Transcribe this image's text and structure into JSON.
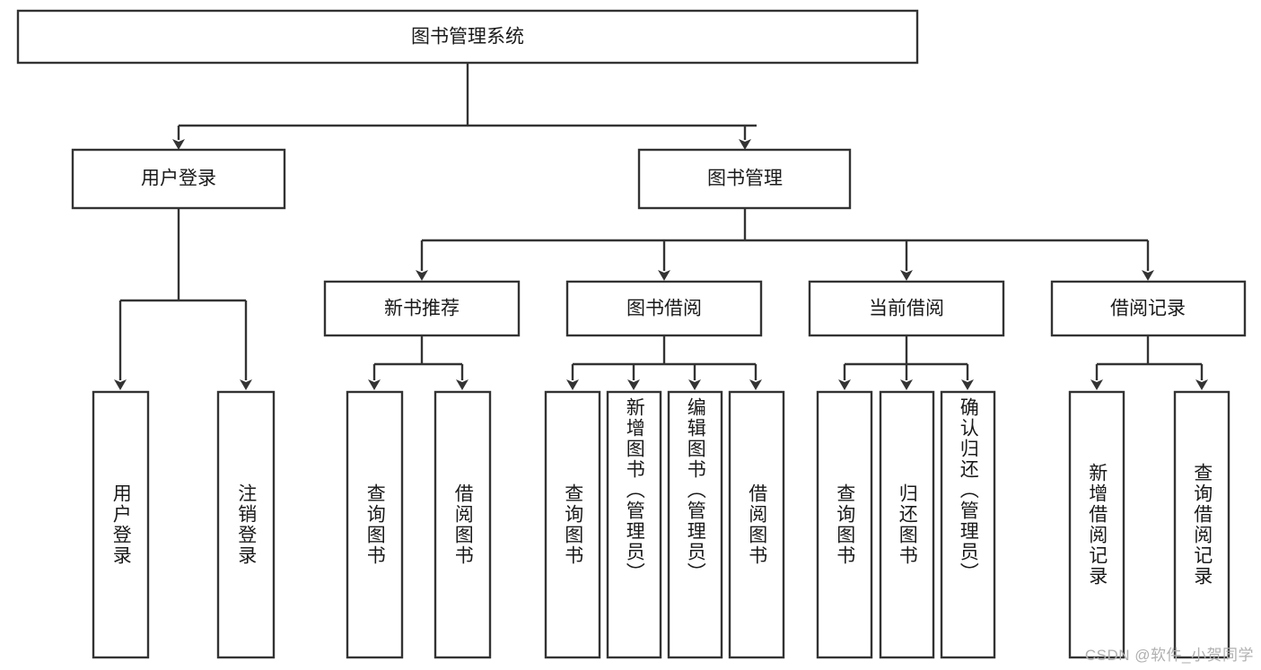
{
  "diagram": {
    "type": "tree-hierarchy",
    "title": "图书管理系统",
    "watermark": "CSDN @软件_小贺同学",
    "colors": {
      "box_stroke": "#333333",
      "box_fill": "#ffffff",
      "text": "#1a1a1a",
      "background": "#ffffff",
      "watermark": "#b0b0b0"
    },
    "root": {
      "label": "图书管理系统"
    },
    "level2": [
      {
        "label": "用户登录"
      },
      {
        "label": "图书管理"
      }
    ],
    "level3": [
      {
        "label": "新书推荐"
      },
      {
        "label": "图书借阅"
      },
      {
        "label": "当前借阅"
      },
      {
        "label": "借阅记录"
      }
    ],
    "leaves": {
      "user_login": [
        {
          "label": "用户登录"
        },
        {
          "label": "注销登录"
        }
      ],
      "new_book_recommend": [
        {
          "label": "查询图书"
        },
        {
          "label": "借阅图书"
        }
      ],
      "book_borrow": [
        {
          "label": "查询图书"
        },
        {
          "label": "新增图书（管理员）"
        },
        {
          "label": "编辑图书（管理员）"
        },
        {
          "label": "借阅图书"
        }
      ],
      "current_borrow": [
        {
          "label": "查询图书"
        },
        {
          "label": "归还图书"
        },
        {
          "label": "确认归还（管理员）"
        }
      ],
      "borrow_record": [
        {
          "label": "新增借阅记录"
        },
        {
          "label": "查询借阅记录"
        }
      ]
    }
  }
}
